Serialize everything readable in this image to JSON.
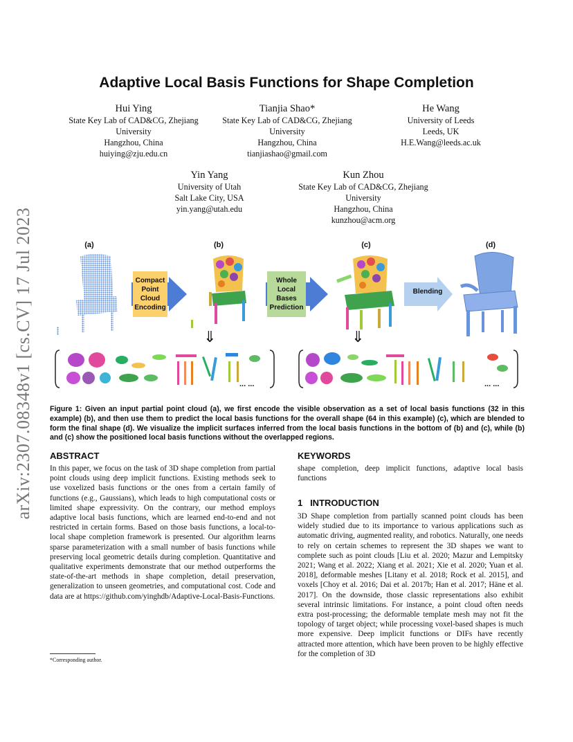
{
  "arxiv_id": "arXiv:2307.08348v1  [cs.CV]  17 Jul 2023",
  "title": "Adaptive Local Basis Functions for Shape Completion",
  "authors": [
    {
      "name": "Hui Ying",
      "aff1": "State Key Lab of CAD&CG, Zhejiang",
      "aff2": "University",
      "loc": "Hangzhou, China",
      "email": "huiying@zju.edu.cn"
    },
    {
      "name": "Tianjia Shao*",
      "aff1": "State Key Lab of CAD&CG, Zhejiang",
      "aff2": "University",
      "loc": "Hangzhou, China",
      "email": "tianjiashao@gmail.com"
    },
    {
      "name": "He Wang",
      "aff1": "University of Leeds",
      "loc": "Leeds, UK",
      "email": "H.E.Wang@leeds.ac.uk"
    },
    {
      "name": "Yin Yang",
      "aff1": "University of Utah",
      "loc": "Salt Lake City, USA",
      "email": "yin.yang@utah.edu"
    },
    {
      "name": "Kun Zhou",
      "aff1": "State Key Lab of CAD&CG, Zhejiang",
      "aff2": "University",
      "loc": "Hangzhou, China",
      "email": "kunzhou@acm.org"
    }
  ],
  "figure": {
    "labels": [
      "(a)",
      "(b)",
      "(c)",
      "(d)"
    ],
    "box1": [
      "Compact",
      "Point",
      "Cloud",
      "Encoding"
    ],
    "box2": [
      "Whole",
      "Local",
      "Bases",
      "Prediction"
    ],
    "blend": "Blending",
    "down_arrow": "⇓",
    "ellipsis": "... ..."
  },
  "caption": "Figure 1: Given an input partial point cloud (a), we first encode the visible observation as a set of local basis functions (32 in this example) (b), and then use them to predict the local basis functions for the overall shape (64 in this example) (c), which are blended to form the final shape (d). We visualize the implicit surfaces inferred from the local basis functions in the bottom of (b) and (c), while (b) and (c) show the positioned local basis functions without the overlapped regions.",
  "abstract": {
    "heading": "ABSTRACT",
    "text": "In this paper, we focus on the task of 3D shape completion from partial point clouds using deep implicit functions. Existing methods seek to use voxelized basis functions or the ones from a certain family of functions (e.g., Gaussians), which leads to high computational costs or limited shape expressivity. On the contrary, our method employs adaptive local basis functions, which are learned end-to-end and not restricted in certain forms. Based on those basis functions, a local-to-local shape completion framework is presented. Our algorithm learns sparse parameterization with a small number of basis functions while preserving local geometric details during completion. Quantitative and qualitative experiments demonstrate that our method outperforms the state-of-the-art methods in shape completion, detail preservation, generalization to unseen geometries, and computational cost. Code and data are at https://github.com/yinghdb/Adaptive-Local-Basis-Functions."
  },
  "keywords": {
    "heading": "KEYWORDS",
    "text": "shape completion, deep implicit functions, adaptive local basis functions"
  },
  "intro": {
    "heading": "1   INTRODUCTION",
    "text": "3D Shape completion from partially scanned point clouds has been widely studied due to its importance to various applications such as automatic driving, augmented reality, and robotics. Naturally, one needs to rely on certain schemes to represent the 3D shapes we want to complete such as point clouds [Liu et al. 2020; Mazur and Lempitsky 2021; Wang et al. 2022; Xiang et al. 2021; Xie et al. 2020; Yuan et al. 2018], deformable meshes [Litany et al. 2018; Rock et al. 2015], and voxels [Choy et al. 2016; Dai et al. 2017b; Han et al. 2017; Häne et al. 2017]. On the downside, those classic representations also exhibit several intrinsic limitations. For instance, a point cloud often needs extra post-processing; the deformable template mesh may not fit the topology of target object; while processing voxel-based shapes is much more expensive. Deep implicit functions or DIFs have recently attracted more attention, which have been proven to be highly effective for the completion of 3D"
  },
  "footnote": "*Corresponding author."
}
